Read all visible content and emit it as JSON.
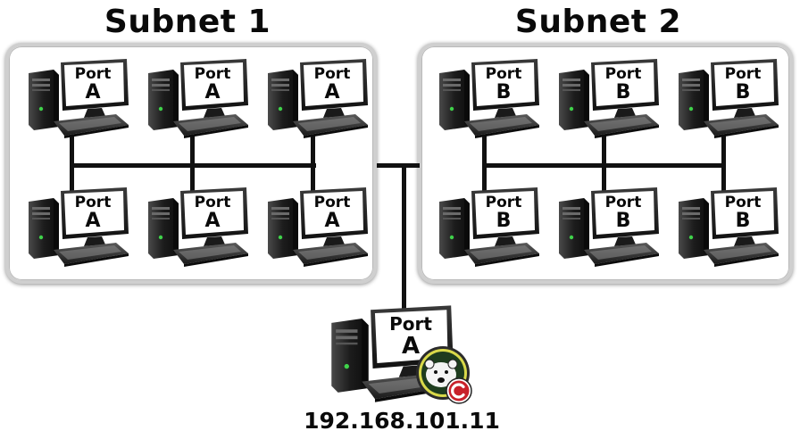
{
  "subnets": [
    {
      "title": "Subnet 1",
      "computers": [
        {
          "port_word": "Port",
          "port_letter": "A"
        },
        {
          "port_word": "Port",
          "port_letter": "A"
        },
        {
          "port_word": "Port",
          "port_letter": "A"
        },
        {
          "port_word": "Port",
          "port_letter": "A"
        },
        {
          "port_word": "Port",
          "port_letter": "A"
        },
        {
          "port_word": "Port",
          "port_letter": "A"
        }
      ]
    },
    {
      "title": "Subnet 2",
      "computers": [
        {
          "port_word": "Port",
          "port_letter": "B"
        },
        {
          "port_word": "Port",
          "port_letter": "B"
        },
        {
          "port_word": "Port",
          "port_letter": "B"
        },
        {
          "port_word": "Port",
          "port_letter": "B"
        },
        {
          "port_word": "Port",
          "port_letter": "B"
        },
        {
          "port_word": "Port",
          "port_letter": "B"
        }
      ]
    }
  ],
  "server": {
    "port_word": "Port",
    "port_letter": "A",
    "ip_address": "192.168.101.11",
    "badge_icon": "polar-bear-c-badge-icon",
    "badge_color": "#c8202a"
  },
  "colors": {
    "line": "#111111",
    "panel_border": "#cfcfcf",
    "screen": "#ffffff"
  }
}
